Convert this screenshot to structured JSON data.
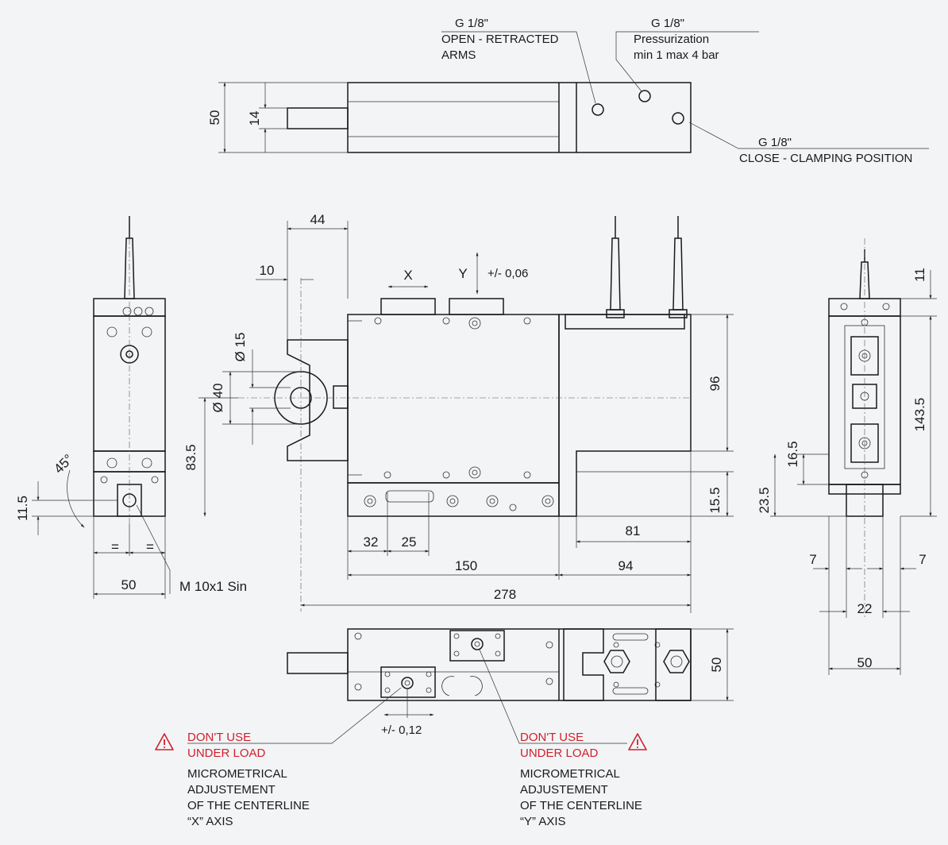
{
  "top_view": {
    "port_open": {
      "thread": "G 1/8\"",
      "line1": "OPEN - RETRACTED",
      "line2": "ARMS"
    },
    "port_pressure": {
      "thread": "G 1/8\"",
      "line1": "Pressurization",
      "line2": "min 1 max 4 bar"
    },
    "port_close": {
      "thread": "G 1/8\"",
      "line1": "CLOSE - CLAMPING POSITION"
    },
    "dim_height": "50",
    "dim_rod": "14"
  },
  "front_view": {
    "dim_44": "44",
    "dim_10": "10",
    "dim_d15": "Ø 15",
    "dim_d40": "Ø 40",
    "dim_83_5": "83.5",
    "dim_96": "96",
    "dim_15_5": "15.5",
    "dim_81": "81",
    "dim_32": "32",
    "dim_25": "25",
    "dim_150": "150",
    "dim_94": "94",
    "dim_278": "278",
    "axis_x": "X",
    "axis_y": "Y",
    "tol_y": "+/- 0,06"
  },
  "left_view": {
    "angle": "45°",
    "dim_11_5": "11.5",
    "eq1": "=",
    "eq2": "=",
    "dim_50": "50",
    "thread": "M 10x1 Sin"
  },
  "right_view": {
    "dim_11": "11",
    "dim_143_5": "143.5",
    "dim_16_5": "16.5",
    "dim_23_5": "23.5",
    "dim_7a": "7",
    "dim_7b": "7",
    "dim_22": "22",
    "dim_50": "50"
  },
  "bottom_view": {
    "dim_50": "50",
    "tol_x": "+/- 0,12"
  },
  "notes": {
    "left": {
      "warn1": "DON'T USE",
      "warn2": "UNDER LOAD",
      "l1": "MICROMETRICAL",
      "l2": "ADJUSTEMENT",
      "l3": "OF THE CENTERLINE",
      "l4": "“X” AXIS"
    },
    "right": {
      "warn1": "DON'T USE",
      "warn2": "UNDER LOAD",
      "l1": "MICROMETRICAL",
      "l2": "ADJUSTEMENT",
      "l3": "OF THE CENTERLINE",
      "l4": "“Y” AXIS"
    }
  },
  "colors": {
    "warning": "#d0202a",
    "line": "#1a1a1a",
    "background": "#f3f4f6"
  }
}
